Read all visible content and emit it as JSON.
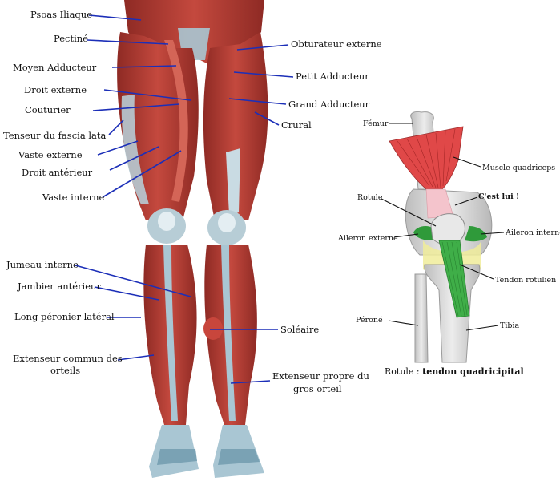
{
  "left_labels": {
    "psoas": "Psoas Iliaque",
    "pectine": "Pectiné",
    "moyen_adducteur": "Moyen Adducteur",
    "droit_externe": "Droit externe",
    "couturier": "Couturier",
    "tenseur": "Tenseur du fascia lata",
    "vaste_externe": "Vaste externe",
    "droit_anterieur": "Droit antérieur",
    "vaste_interne": "Vaste interne",
    "jumeau_interne": "Jumeau interne",
    "jambier_anterieur": "Jambier antérieur",
    "long_peronier": "Long péronier latéral",
    "extenseur_commun_1": "Extenseur commun des",
    "extenseur_commun_2": "orteils"
  },
  "right_labels": {
    "obturateur": "Obturateur externe",
    "petit_adducteur": "Petit Adducteur",
    "grand_adducteur": "Grand Adducteur",
    "crural": "Crural",
    "soleaire": "Soléaire",
    "extenseur_propre_1": "Extenseur propre du",
    "extenseur_propre_2": "gros orteil"
  },
  "knee_labels": {
    "femur": "Fémur",
    "muscle_quadriceps": "Muscle quadriceps",
    "rotule": "Rotule",
    "cest_lui": "C'est lui !",
    "aileron_externe": "Aileron externe",
    "aileron_interne": "Aileron interne",
    "tendon_rotulien": "Tendon rotulien",
    "perone": "Péroné",
    "tibia": "Tibia"
  },
  "caption": {
    "prefix": "Rotule : ",
    "bold": "tendon quadricipital"
  },
  "colors": {
    "leader": "#1c2fb8",
    "muscle": "#b83a32",
    "tendon": "#9fbfd0",
    "quadriceps": "#e04848",
    "aileron": "#2f9a3a",
    "tendon_rotulien": "#3fae48",
    "cest_lui": "#c0186a",
    "bone": "#d4d4d4"
  }
}
